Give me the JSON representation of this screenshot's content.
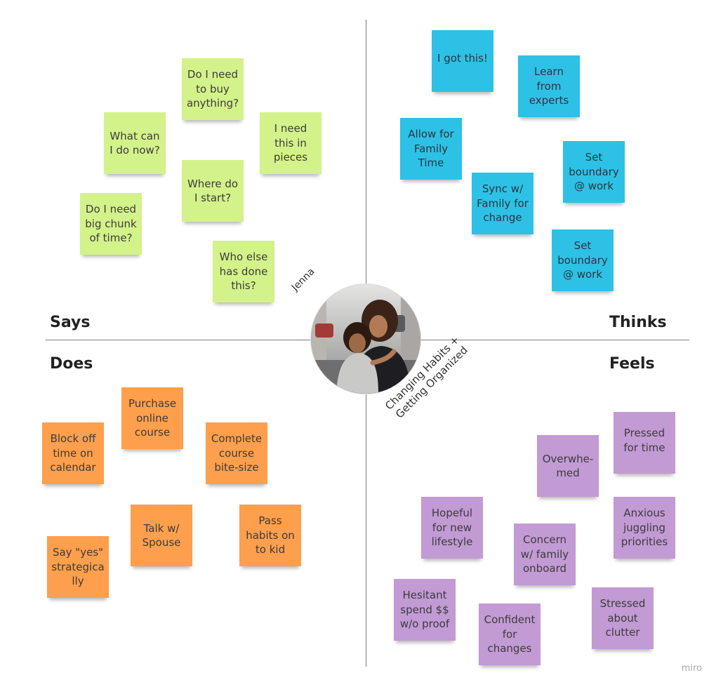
{
  "quadrants": {
    "says": "Says",
    "thinks": "Thinks",
    "does": "Does",
    "feels": "Feels"
  },
  "persona": {
    "name": "Jenna",
    "topic": "Changing Habits + Getting Organized"
  },
  "notes": {
    "says": [
      "Do I need to buy anything?",
      "What can I do now?",
      "I need this in pieces",
      "Where do I start?",
      "Do I need big chunk of time?",
      "Who else has done this?"
    ],
    "thinks": [
      "I got this!",
      "Learn from experts",
      "Allow for Family Time",
      "Set boundary @ work",
      "Sync w/ Family for change",
      "Set boundary @ work"
    ],
    "does": [
      "Purchase online course",
      "Block off time on calendar",
      "Complete course bite-size",
      "Talk w/ Spouse",
      "Pass habits on to kid",
      "Say \"yes\" strategically"
    ],
    "feels": [
      "Pressed for time",
      "Overwhe-med",
      "Hopeful for new lifestyle",
      "Anxious juggling priorities",
      "Concern w/ family onboard",
      "Hesitant spend $$ w/o proof",
      "Stressed about clutter",
      "Confident for changes"
    ]
  },
  "colors": {
    "says": "#d3f28a",
    "thinks": "#2ec1e6",
    "does": "#fd9f4c",
    "feels": "#c29ad4"
  },
  "watermark": "miro"
}
